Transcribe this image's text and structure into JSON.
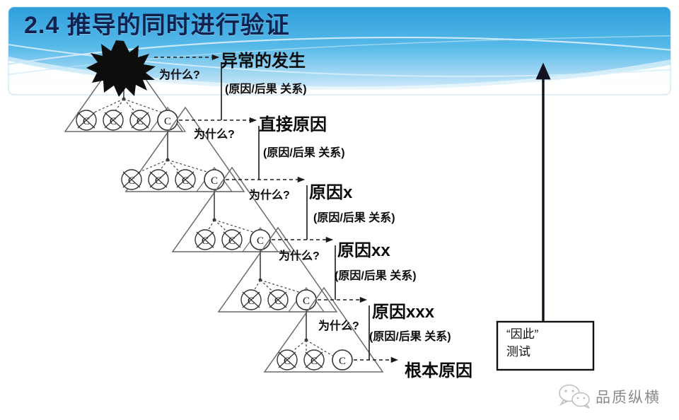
{
  "slide": {
    "title": "2.4 推导的同时进行验证",
    "header_color": "#3fa9e0",
    "header_color_light": "#bfe4f7",
    "background": "#ffffff"
  },
  "diagram": {
    "type": "cascading-why-pyramids",
    "burst_icon": "explosion-starburst-icon",
    "stages": [
      {
        "label": "异常的发生",
        "why": "为什么?",
        "relation": "(原因/后果 关系)"
      },
      {
        "label": "直接原因",
        "why": "为什么?",
        "relation": "(原因/后果 关系)"
      },
      {
        "label": "原因x",
        "why": "为什么?",
        "relation": "(原因/后果 关系)"
      },
      {
        "label": "原因xx",
        "why": "为什么?",
        "relation": "(原因/后果 关系)"
      },
      {
        "label": "原因xxx",
        "why": "为什么?",
        "relation": "(原因/后果 关系)"
      },
      {
        "label": "根本原因",
        "why": "",
        "relation": ""
      }
    ],
    "pyramids": [
      {
        "index": 1,
        "circles": [
          "C",
          "C",
          "C",
          "C"
        ],
        "rejected": [
          true,
          true,
          true,
          false
        ]
      },
      {
        "index": 2,
        "circles": [
          "C",
          "C",
          "C",
          "C"
        ],
        "rejected": [
          true,
          true,
          true,
          false
        ]
      },
      {
        "index": 3,
        "circles": [
          "C",
          "C",
          "C"
        ],
        "rejected": [
          true,
          true,
          false
        ]
      },
      {
        "index": 4,
        "circles": [
          "C",
          "C",
          "C"
        ],
        "rejected": [
          true,
          true,
          false
        ]
      },
      {
        "index": 5,
        "circles": [
          "C",
          "C",
          "C"
        ],
        "rejected": [
          true,
          true,
          false
        ]
      }
    ],
    "circle_letter": "C"
  },
  "therefore_box": {
    "line1": "“因此”",
    "line2": "测试",
    "arrow_name": "therefore-up-arrow"
  },
  "watermark": {
    "text": "品质纵横",
    "logo": "wechat-logo-icon"
  }
}
